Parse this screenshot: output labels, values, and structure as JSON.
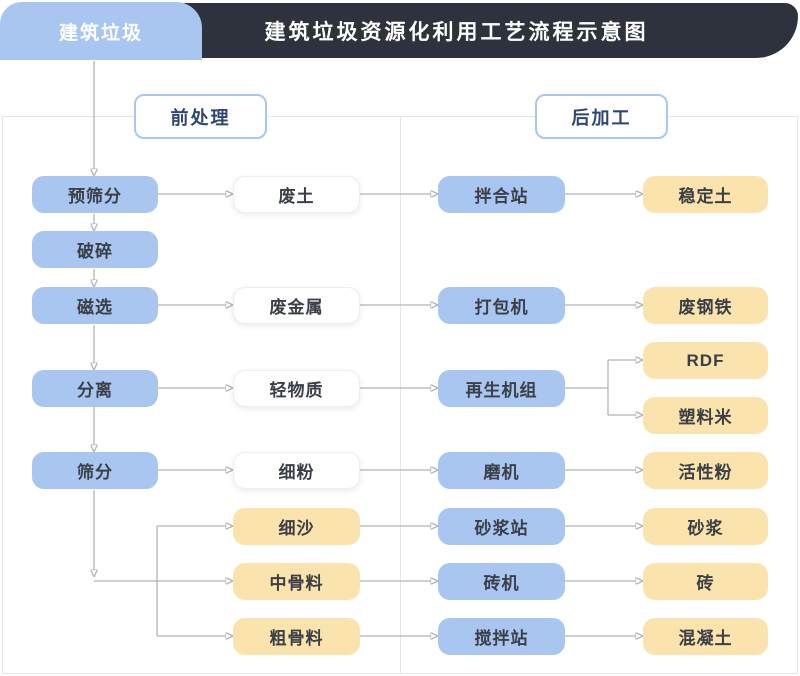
{
  "header": {
    "tab_label": "建筑垃圾",
    "title": "建筑垃圾资源化利用工艺流程示意图"
  },
  "sections": {
    "pre_label": "前处理",
    "post_label": "后加工"
  },
  "nodes": {
    "pre_screening": "预筛分",
    "crushing": "破碎",
    "magnetic_separation": "磁选",
    "separation": "分离",
    "screening": "筛分",
    "waste_soil": "废土",
    "scrap_metal": "废金属",
    "light_material": "轻物质",
    "fine_powder": "细粉",
    "fine_sand": "细沙",
    "medium_aggregate": "中骨料",
    "coarse_aggregate": "粗骨料",
    "mixing_plant": "拌合站",
    "baler": "打包机",
    "regeneration_unit": "再生机组",
    "mill": "磨机",
    "mortar_plant": "砂浆站",
    "brick_machine": "砖机",
    "agitation_plant": "搅拌站",
    "stabilized_soil": "稳定土",
    "scrap_steel": "废钢铁",
    "rdf": "RDF",
    "plastic_pellets": "塑料米",
    "active_powder": "活性粉",
    "mortar": "砂浆",
    "brick": "砖",
    "concrete": "混凝土"
  },
  "colors": {
    "header_bg": "#2d323d",
    "process_blue": "#a9c6f0",
    "product_yellow": "#fae3ac",
    "intermediate_white": "#ffffff",
    "connector_gray": "#b2b2ba",
    "section_border": "#a9c6f0",
    "section_text": "#2e4771"
  }
}
